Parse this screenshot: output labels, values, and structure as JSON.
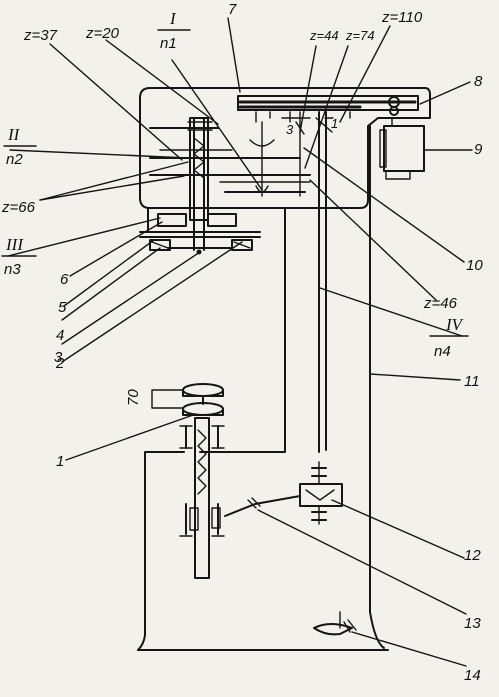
{
  "labels": {
    "z37": "z=37",
    "z20": "z=20",
    "shaft_I": "I",
    "shaft_I_speed": "n1",
    "part7": "7",
    "z44": "z=44",
    "z74": "z=74",
    "z110": "z=110",
    "part8": "8",
    "part9": "9",
    "shaft_II": "II",
    "shaft_II_speed": "n2",
    "z66": "z=66",
    "shaft_III": "III",
    "shaft_III_speed": "n3",
    "part6": "6",
    "part5": "5",
    "part4": "4",
    "part3": "3",
    "part2": "2",
    "part10": "10",
    "z46": "z=46",
    "shaft_IV": "IV",
    "shaft_IV_speed": "n4",
    "part11": "11",
    "dim70": "70",
    "part1": "1",
    "part12": "12",
    "part13": "13",
    "part14": "14",
    "small1": "1",
    "small3": "3"
  }
}
